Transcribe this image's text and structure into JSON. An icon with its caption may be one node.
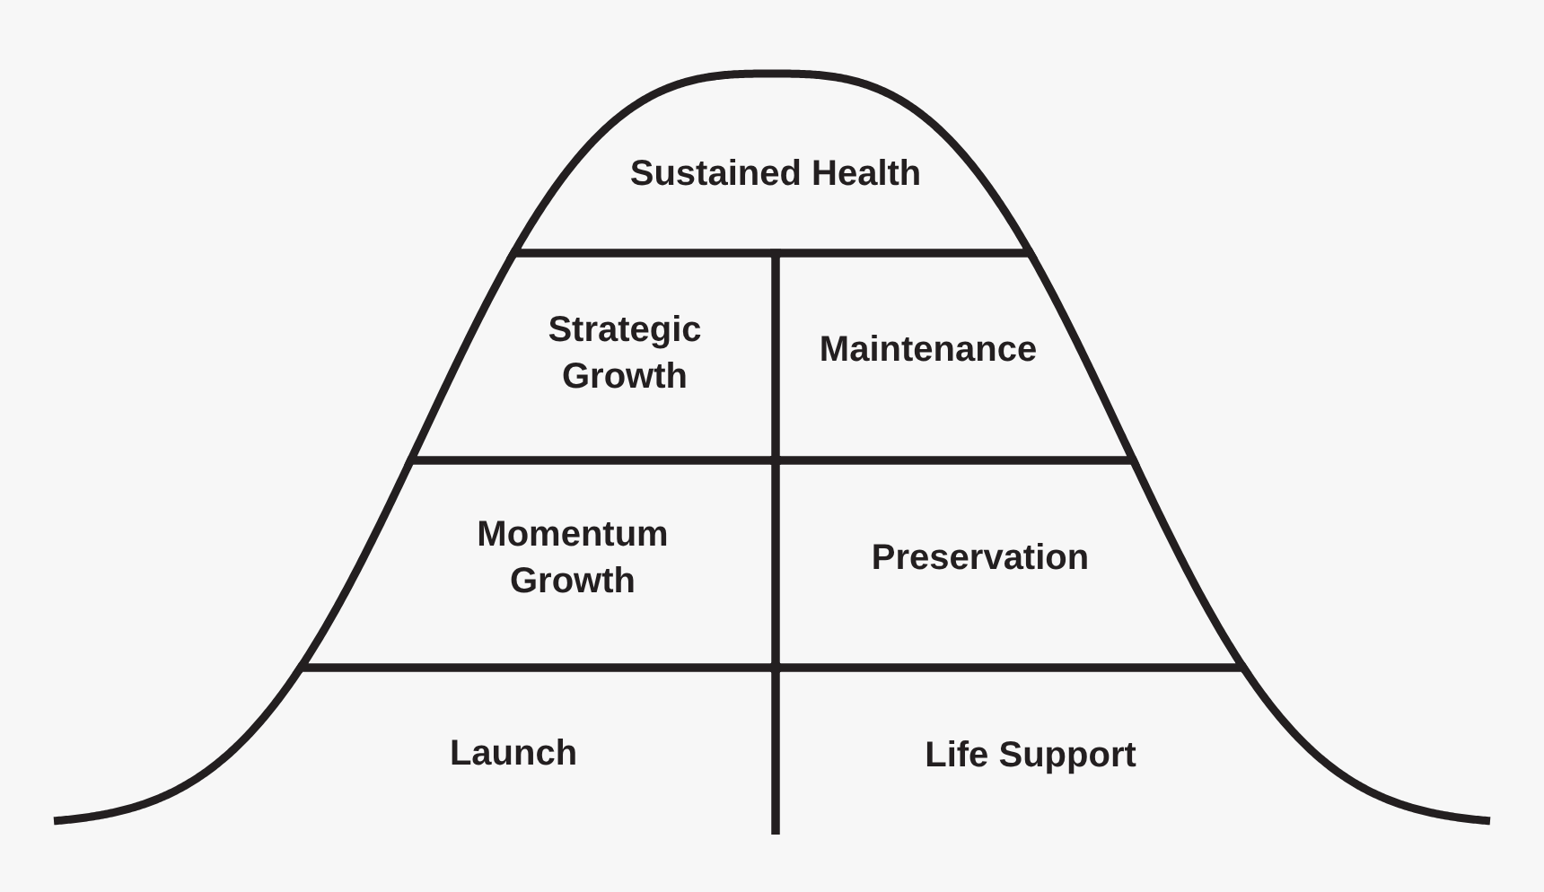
{
  "diagram": {
    "nodes": [
      {
        "text": [
          "Sustained Health"
        ]
      },
      {
        "text": [
          "Strategic Growth"
        ]
      },
      {
        "text": [
          "Maintenance"
        ]
      },
      {
        "text": [
          "Momentum Growth"
        ]
      },
      {
        "text": [
          "Preservation"
        ]
      },
      {
        "text": [
          "Launch"
        ]
      },
      {
        "text": [
          "Life Support"
        ]
      }
    ]
  }
}
